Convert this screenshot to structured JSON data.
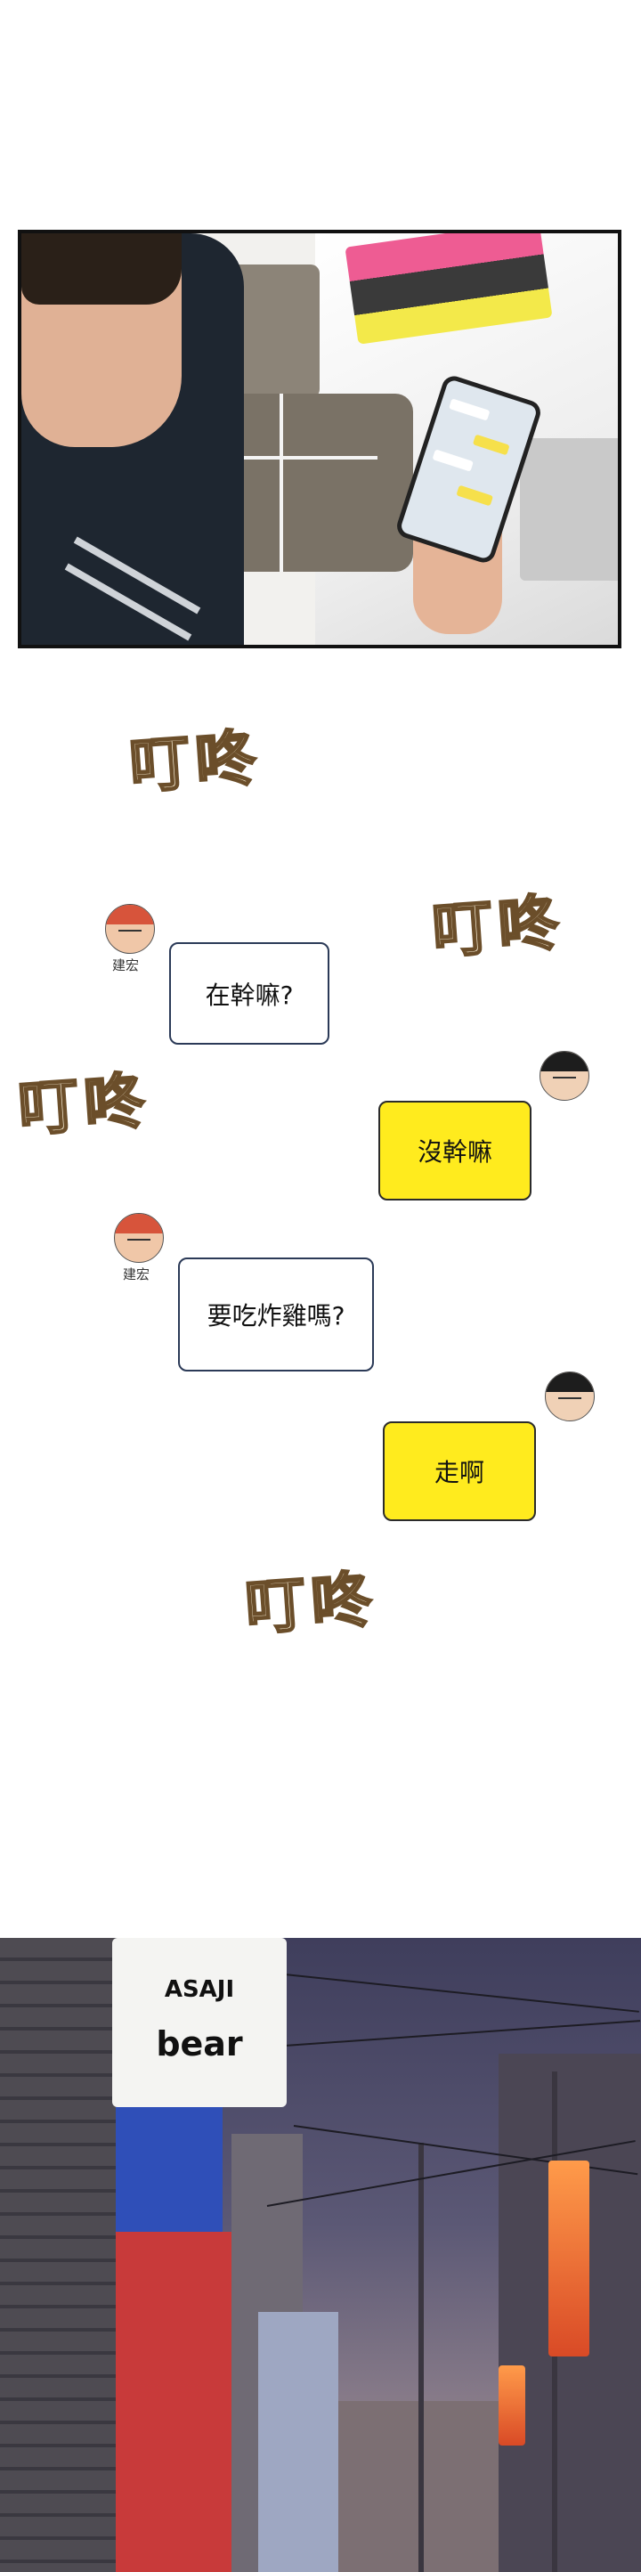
{
  "panel1": {
    "description_icon": "smartphone-icon"
  },
  "sfx": [
    "叮咚",
    "叮咚",
    "叮咚",
    "叮咚"
  ],
  "chat": [
    {
      "sender": "建宏",
      "side": "left",
      "text": "在幹嘛?"
    },
    {
      "sender": "",
      "side": "right",
      "text": "沒幹嘛"
    },
    {
      "sender": "建宏",
      "side": "left",
      "text": "要吃炸雞嗎?"
    },
    {
      "sender": "",
      "side": "right",
      "text": "走啊"
    }
  ],
  "street": {
    "sign_top": "ASAJI",
    "sign_main": "bear"
  },
  "colors": {
    "yellow_bubble": "#ffeb1e",
    "white_bubble_border": "#2b3a57",
    "sfx_outline": "#6b4e2a"
  }
}
